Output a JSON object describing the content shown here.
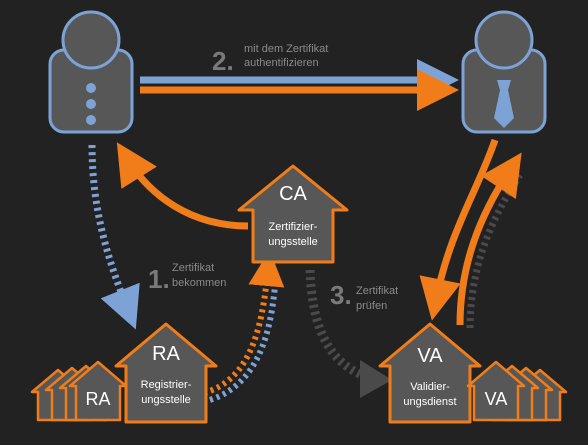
{
  "steps": {
    "s1": {
      "number": "1.",
      "line1": "Zertifikat",
      "line2": "bekommen"
    },
    "s2": {
      "number": "2.",
      "line1": "mit dem Zertifikat",
      "line2": "authentifizieren"
    },
    "s3": {
      "number": "3.",
      "line1": "Zertifikat",
      "line2": "prüfen"
    }
  },
  "ca": {
    "abbr": "CA",
    "line1": "Zertifizier-",
    "line2": "ungsstelle"
  },
  "ra": {
    "abbr": "RA",
    "line1": "Registrier-",
    "line2": "ungsstelle"
  },
  "va": {
    "abbr": "VA",
    "line1": "Validier-",
    "line2": "ungsdienst"
  },
  "ra_small": {
    "abbr": "RA"
  },
  "va_small": {
    "abbr": "VA"
  },
  "colors": {
    "orange": "#f07d1a",
    "blue": "#7da3d6",
    "house": "#575757",
    "dark_arrow": "#4a4a4a",
    "background": "#222222"
  }
}
